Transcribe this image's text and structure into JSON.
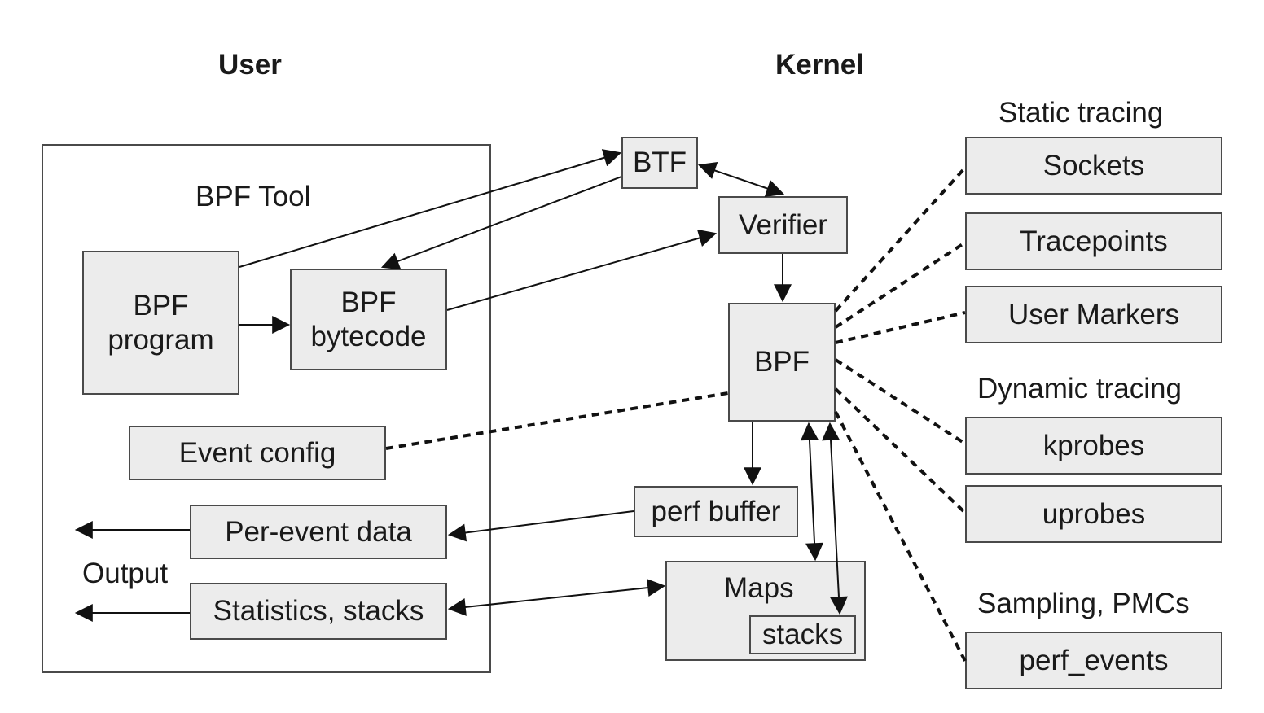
{
  "headings": {
    "user": "User",
    "kernel": "Kernel"
  },
  "tool": {
    "title": "BPF Tool",
    "output_label": "Output"
  },
  "user_boxes": {
    "program": "BPF program",
    "bytecode": "BPF bytecode",
    "event_config": "Event config",
    "per_event_data": "Per-event data",
    "statistics": "Statistics, stacks"
  },
  "kernel_boxes": {
    "btf": "BTF",
    "verifier": "Verifier",
    "bpf": "BPF",
    "perf_buffer": "perf buffer",
    "maps": "Maps",
    "stacks": "stacks"
  },
  "sources": {
    "static_heading": "Static tracing",
    "sockets": "Sockets",
    "tracepoints": "Tracepoints",
    "user_markers": "User Markers",
    "dynamic_heading": "Dynamic tracing",
    "kprobes": "kprobes",
    "uprobes": "uprobes",
    "sampling_heading": "Sampling, PMCs",
    "perf_events": "perf_events"
  }
}
